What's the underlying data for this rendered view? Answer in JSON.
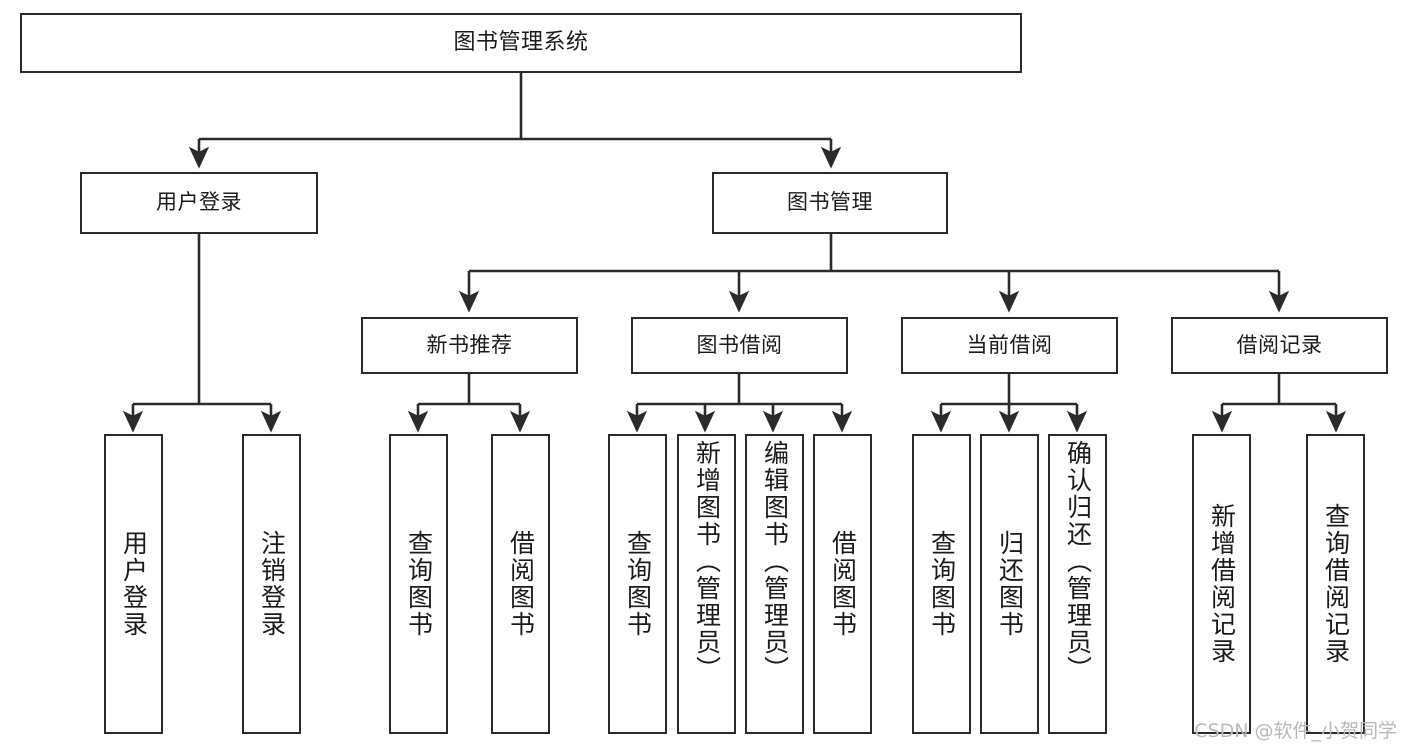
{
  "diagram": {
    "title": "图书管理系统",
    "type": "tree-hierarchy-diagram",
    "watermark": "CSDN @软件_小贺同学",
    "colors": {
      "stroke": "#2b2b2b",
      "fill": "#ffffff",
      "text": "#1b1b1b",
      "watermark": "#b9b9b9"
    },
    "nodes": {
      "root": {
        "label": "图书管理系统"
      },
      "level1": [
        {
          "id": "user-login",
          "label": "用户登录"
        },
        {
          "id": "book-management",
          "label": "图书管理"
        }
      ],
      "level2": [
        {
          "id": "new-book-recommend",
          "label": "新书推荐"
        },
        {
          "id": "book-borrow",
          "label": "图书借阅"
        },
        {
          "id": "current-borrow",
          "label": "当前借阅"
        },
        {
          "id": "borrow-record",
          "label": "借阅记录"
        }
      ],
      "leaves": {
        "user-login": [
          {
            "id": "leaf-user-login",
            "label": "用户登录"
          },
          {
            "id": "leaf-logout-login",
            "label": "注销登录"
          }
        ],
        "new-book-recommend": [
          {
            "id": "leaf-query-book-1",
            "label": "查询图书"
          },
          {
            "id": "leaf-borrow-book-1",
            "label": "借阅图书"
          }
        ],
        "book-borrow": [
          {
            "id": "leaf-query-book-2",
            "label": "查询图书"
          },
          {
            "id": "leaf-add-book",
            "label": "新增图书（管理员）"
          },
          {
            "id": "leaf-edit-book",
            "label": "编辑图书（管理员）"
          },
          {
            "id": "leaf-borrow-book-2",
            "label": "借阅图书"
          }
        ],
        "current-borrow": [
          {
            "id": "leaf-query-book-3",
            "label": "查询图书"
          },
          {
            "id": "leaf-return-book",
            "label": "归还图书"
          },
          {
            "id": "leaf-confirm-return",
            "label": "确认归还（管理员）"
          }
        ],
        "borrow-record": [
          {
            "id": "leaf-add-record",
            "label": "新增借阅记录"
          },
          {
            "id": "leaf-query-record",
            "label": "查询借阅记录"
          }
        ]
      }
    }
  }
}
